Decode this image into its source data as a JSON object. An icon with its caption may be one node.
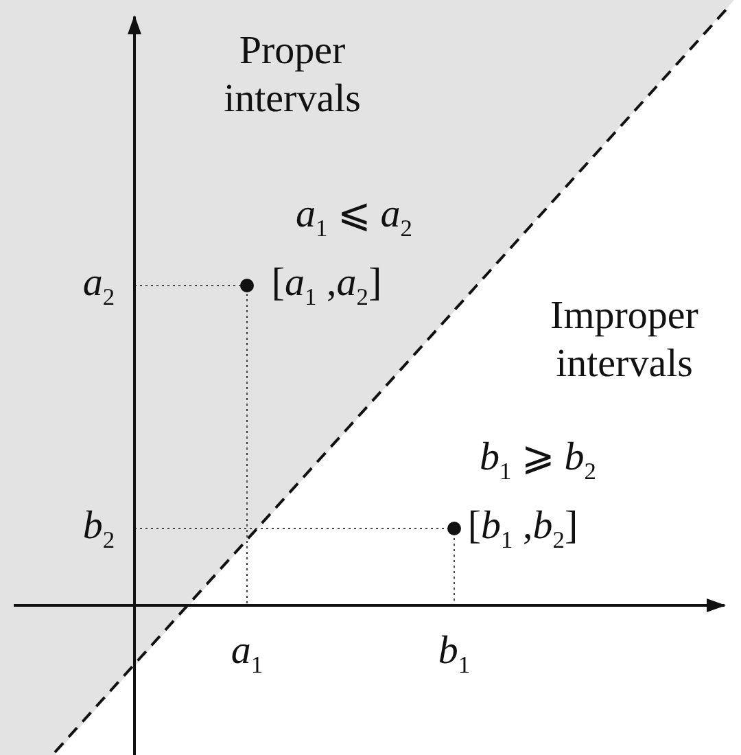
{
  "diagram": {
    "labels": [
      "Proper intervals",
      "*a*$_{1}$ ⩽ *a*$_{2}$",
      "*a*$_{2}$",
      "[*a*$_{1}$ ,*a*$_{2}$]",
      "Improper intervals",
      "*b*$_{1}$ ⩾ *b*$_{2}$",
      "*b*$_{2}$",
      "[*b*$_{1}$ ,*b*$_{2}$]",
      "*a*$_{1}$",
      "*b*$_{1}$"
    ]
  }
}
